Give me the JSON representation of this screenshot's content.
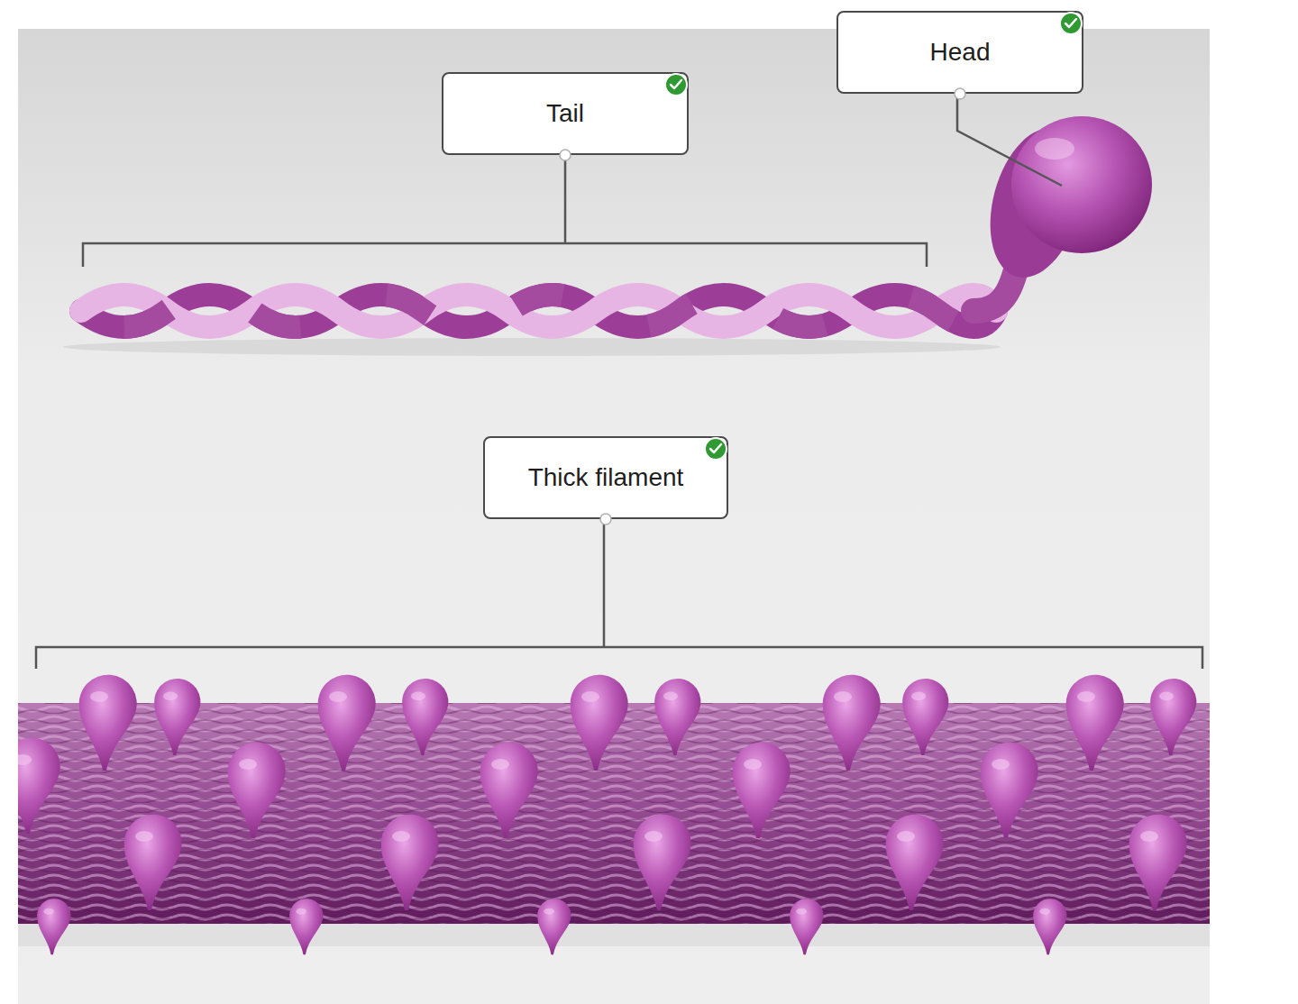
{
  "diagram": {
    "nodes": [
      {
        "text": [
          "Tail"
        ]
      },
      {
        "text": [
          "Head"
        ]
      },
      {
        "text": [
          "Thick filament"
        ]
      }
    ]
  }
}
